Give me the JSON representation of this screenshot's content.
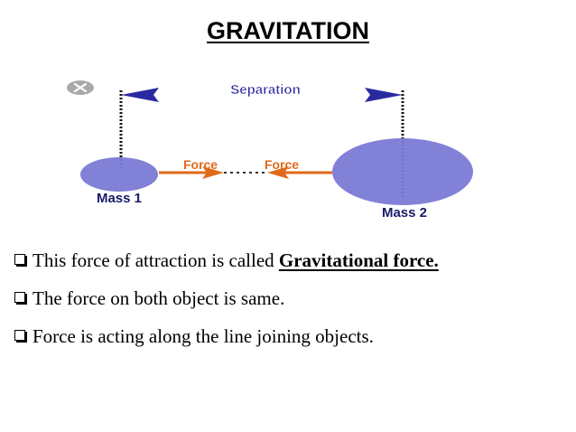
{
  "slide": {
    "title": "GRAVITATION"
  },
  "diagram": {
    "separation_label": "Separation",
    "force_left_label": "Force",
    "force_right_label": "Force",
    "mass1_label": "Mass 1",
    "mass2_label": "Mass 2",
    "colors": {
      "mass_fill": "#7a7ad6",
      "separation_arrow": "#2a2aa0",
      "force_arrow": "#e06a1a",
      "force_text": "#e06a1a",
      "label_text": "#1a1a6a"
    }
  },
  "bullets": [
    {
      "text": "This force of attraction is called ",
      "emphasis": "Gravitational force."
    },
    {
      "text": "The force on both object is same."
    },
    {
      "text": "Force is acting along the line joining objects."
    }
  ]
}
